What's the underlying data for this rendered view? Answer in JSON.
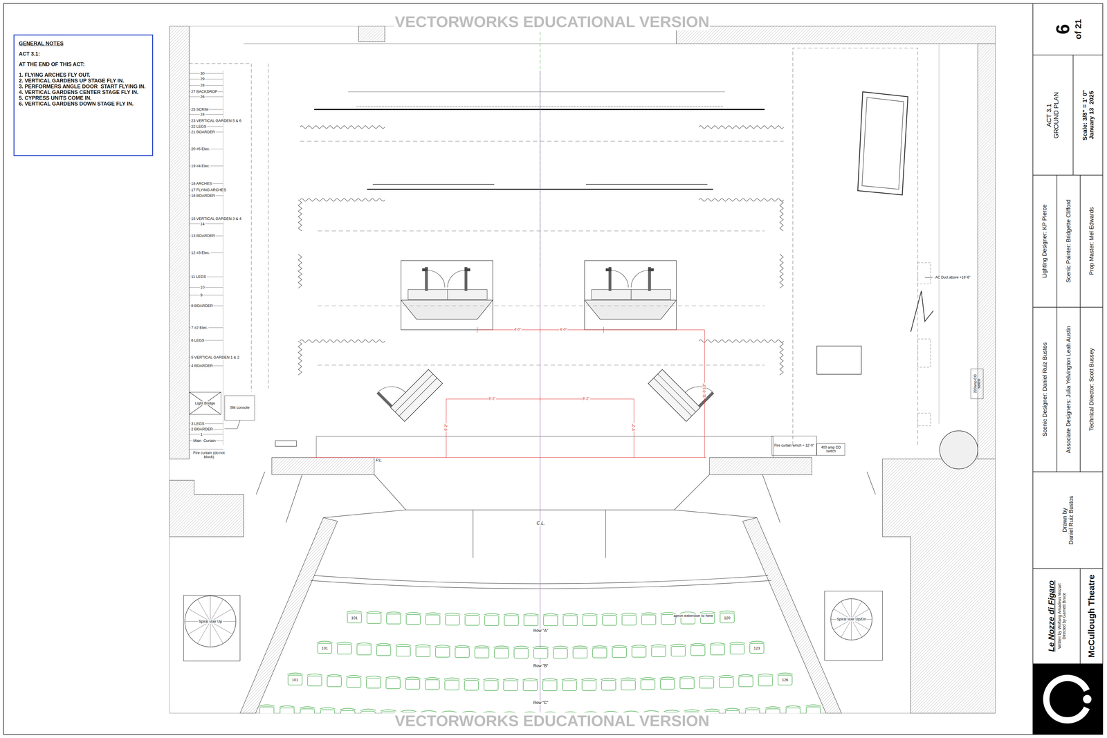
{
  "diagram": {
    "nodes": [
      {
        "text": [
          "GENERAL NOTES",
          "ACT 3.1:",
          "AT THE END OF THIS ACT:",
          "1. FLYING ARCHES FLY OUT.",
          "2. VERTICAL GARDENS UP STAGE FLY IN.",
          "3. PERFORMERS ANGLE DOOR  START FLYING IN.",
          "4. VERTICAL GARDENS CENTER STAGE FLY IN.",
          "5. CYPRESS UNITS COME IN.",
          "6. VERTICAL GARDENS DOWN STAGE FLY IN."
        ]
      },
      {
        "text": [
          "Light Bridge"
        ]
      },
      {
        "text": [
          "SM console"
        ]
      },
      {
        "text": [
          "Fire curtain winch + 12'-0\""
        ]
      },
      {
        "text": [
          "400 amp CO switch"
        ]
      },
      {
        "text": [
          "200amp CO switch"
        ]
      },
      {
        "text": [
          "Spiral stair Up"
        ]
      },
      {
        "text": [
          "Spiral stair Up/Dn"
        ]
      },
      {
        "text": [
          "6",
          "of 21"
        ]
      },
      {
        "text": [
          "ACT 3.1",
          "GROUND PLAN"
        ]
      },
      {
        "text": [
          "Scale: 3/8\" = 1' 0\"",
          "January 13  2025"
        ]
      },
      {
        "text": [
          "Lighting Designer: KP Pierce"
        ]
      },
      {
        "text": [
          "Scenic Painter: Bridgette Clifford"
        ]
      },
      {
        "text": [
          "Prop Master: Mel Edwards"
        ]
      },
      {
        "text": [
          "Scenic Designer: Daniel Ruiz Bustos"
        ]
      },
      {
        "text": [
          "Associate Designers: Julia Yelvington Leah Austin"
        ]
      },
      {
        "text": [
          "Technical Director: Scott Bussey"
        ]
      },
      {
        "text": [
          "Drawn by",
          "Daniel Ruiz Bustos"
        ]
      },
      {
        "text": [
          "Le Nozze di Figaro",
          "Written by Wolfang Amadeus Mozart",
          "Directed by Garnett Bruce"
        ]
      },
      {
        "text": [
          "McCullough Theatre"
        ]
      }
    ],
    "labels": [
      "VECTORWORKS EDUCATIONAL VERSION",
      "VECTORWORKS EDUCATIONAL VERSION",
      "30",
      "29",
      "28",
      "27 BACKDROP",
      "26",
      "25 SCRIM",
      "24",
      "23 VERTICAL GARDEN 5 & 6",
      "22 LEGS",
      "21 BOARDER",
      "20 #5 Elec.",
      "19 #4 Elec.",
      "18 ARCHES",
      "17 FLYING ARCHES",
      "16 BOARDER",
      "15 VERTICAL GARDEN 3 & 4",
      "14",
      "13 BOARDER",
      "12 #3 Elec.",
      "11 LEGS",
      "10",
      "9",
      "8 BOARDER",
      "7 #2 Elec.",
      "6 LEGS",
      "5 VERTICAL GARDEN 1 & 2",
      "4 BOARDER",
      "3 LEGS",
      "2 BOARDER",
      "1",
      "Main  Curtain",
      "Fire curtain (do not block)",
      "P.L.",
      "C.L.",
      "4'-0\"",
      "4'-0\"",
      "8'-2\"",
      "8'-2\"",
      "5'-2\"",
      "5'-2\"",
      "11'-0 1/2\"",
      "AC Duct above +16'-6\"",
      "apron extension to here",
      "101",
      "120",
      "Row \"A\"",
      "101",
      "123",
      "Row \"B\"",
      "101",
      "126",
      "Row \"C\""
    ]
  }
}
